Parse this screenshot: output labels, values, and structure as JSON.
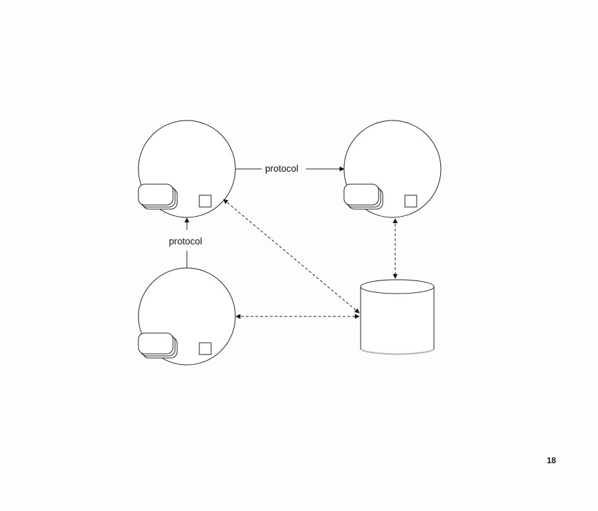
{
  "diagram": {
    "label_protocol_horizontal": "protocol",
    "label_protocol_vertical": "protocol"
  },
  "page_number": "18"
}
